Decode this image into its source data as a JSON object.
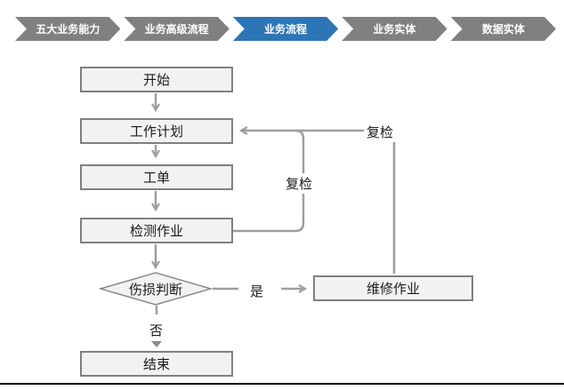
{
  "breadcrumb": {
    "items": [
      {
        "label": "五大业务能力",
        "active": false
      },
      {
        "label": "业务高级流程",
        "active": false
      },
      {
        "label": "业务流程",
        "active": true
      },
      {
        "label": "业务实体",
        "active": false
      },
      {
        "label": "数据实体",
        "active": false
      }
    ],
    "active_color": "#2E75B6",
    "inactive_color": "#808080",
    "text_color": "#ffffff"
  },
  "flowchart": {
    "nodes": [
      {
        "id": "start",
        "label": "开始",
        "type": "process"
      },
      {
        "id": "work-plan",
        "label": "工作计划",
        "type": "process"
      },
      {
        "id": "work-order",
        "label": "工单",
        "type": "process"
      },
      {
        "id": "inspection",
        "label": "检测作业",
        "type": "process"
      },
      {
        "id": "damage-decision",
        "label": "伤损判断",
        "type": "decision"
      },
      {
        "id": "repair",
        "label": "维修作业",
        "type": "process"
      },
      {
        "id": "end",
        "label": "结束",
        "type": "process"
      }
    ],
    "edges": [
      {
        "from": "start",
        "to": "work-plan",
        "label": ""
      },
      {
        "from": "work-plan",
        "to": "work-order",
        "label": ""
      },
      {
        "from": "work-order",
        "to": "inspection",
        "label": ""
      },
      {
        "from": "inspection",
        "to": "damage-decision",
        "label": ""
      },
      {
        "from": "damage-decision",
        "to": "repair",
        "label": "是"
      },
      {
        "from": "damage-decision",
        "to": "end",
        "label": "否"
      },
      {
        "from": "inspection",
        "to": "work-plan",
        "label": "复检"
      },
      {
        "from": "repair",
        "to": "work-plan",
        "label": "复检"
      }
    ],
    "edge_labels": {
      "yes": "是",
      "no": "否",
      "recheck_inspection": "复检",
      "recheck_repair": "复检"
    },
    "colors": {
      "node_fill": "#f2f2f2",
      "node_border": "#7f7f7f",
      "line": "#9e9e9e",
      "text": "#1a1a1a",
      "bottom_rule": "#000000"
    }
  }
}
